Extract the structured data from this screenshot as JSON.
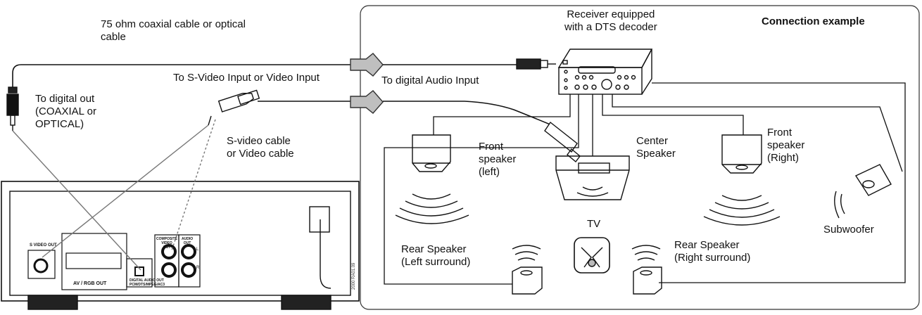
{
  "title": "Connection example",
  "labels": {
    "coax_cable": [
      "75 ohm coaxial cable or optical",
      "cable"
    ],
    "receiver": [
      "Receiver equipped",
      "with a DTS decoder"
    ],
    "svideo_input": "To S-Video Input or Video Input",
    "digital_audio_input": "To digital Audio Input",
    "digital_out": [
      "To digital out",
      "(COAXIAL or",
      "OPTICAL)"
    ],
    "svideo_cable": [
      "S-video cable",
      "or Video cable"
    ],
    "front_left": [
      "Front",
      "speaker",
      "(left)"
    ],
    "center": [
      "Center",
      "Speaker"
    ],
    "front_right": [
      "Front",
      "speaker",
      "(Right)"
    ],
    "tv": "TV",
    "subwoofer": "Subwoofer",
    "rear_left": [
      "Rear Speaker",
      "(Left surround)"
    ],
    "rear_right": [
      "Rear Speaker",
      "(Right surround)"
    ]
  },
  "player_panel": {
    "svideo_out": "S VIDEO OUT",
    "scart": "AV / RGB OUT",
    "digital_audio_out": [
      "DIGITAL AUDIO OUT",
      "PCM/DTS/MPEG/AC3"
    ],
    "composite": [
      "COMPOSITE",
      "VIDEO",
      "OUT"
    ],
    "audio_out": [
      "AUDIO",
      "OUT"
    ],
    "ch_l": "L",
    "ch_r": "R",
    "code": "2000 RA01.09"
  }
}
